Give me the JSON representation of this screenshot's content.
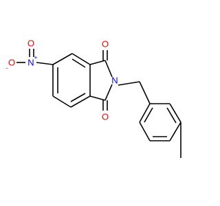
{
  "molecule": {
    "atoms": {
      "o_top": {
        "label": "O",
        "color": "#ff0000"
      },
      "o_bottom": {
        "label": "O",
        "color": "#ff0000"
      },
      "n_imide": {
        "label": "N",
        "color": "#0000ff"
      },
      "n_nitro": {
        "label": "N",
        "color": "#0000ff"
      },
      "n_nitro_charge": {
        "label": "+",
        "color": "#0000ff"
      },
      "o_nitro_top": {
        "label": "O",
        "color": "#ff0000"
      },
      "o_nitro_left": {
        "label": "O",
        "color": "#ff0000"
      },
      "o_nitro_left_charge": {
        "label": "-",
        "color": "#ff0000"
      }
    },
    "colors": {
      "bond": "#000000",
      "oxygen": "#ff0000",
      "nitrogen": "#0000ff",
      "background": "#ffffff"
    }
  }
}
